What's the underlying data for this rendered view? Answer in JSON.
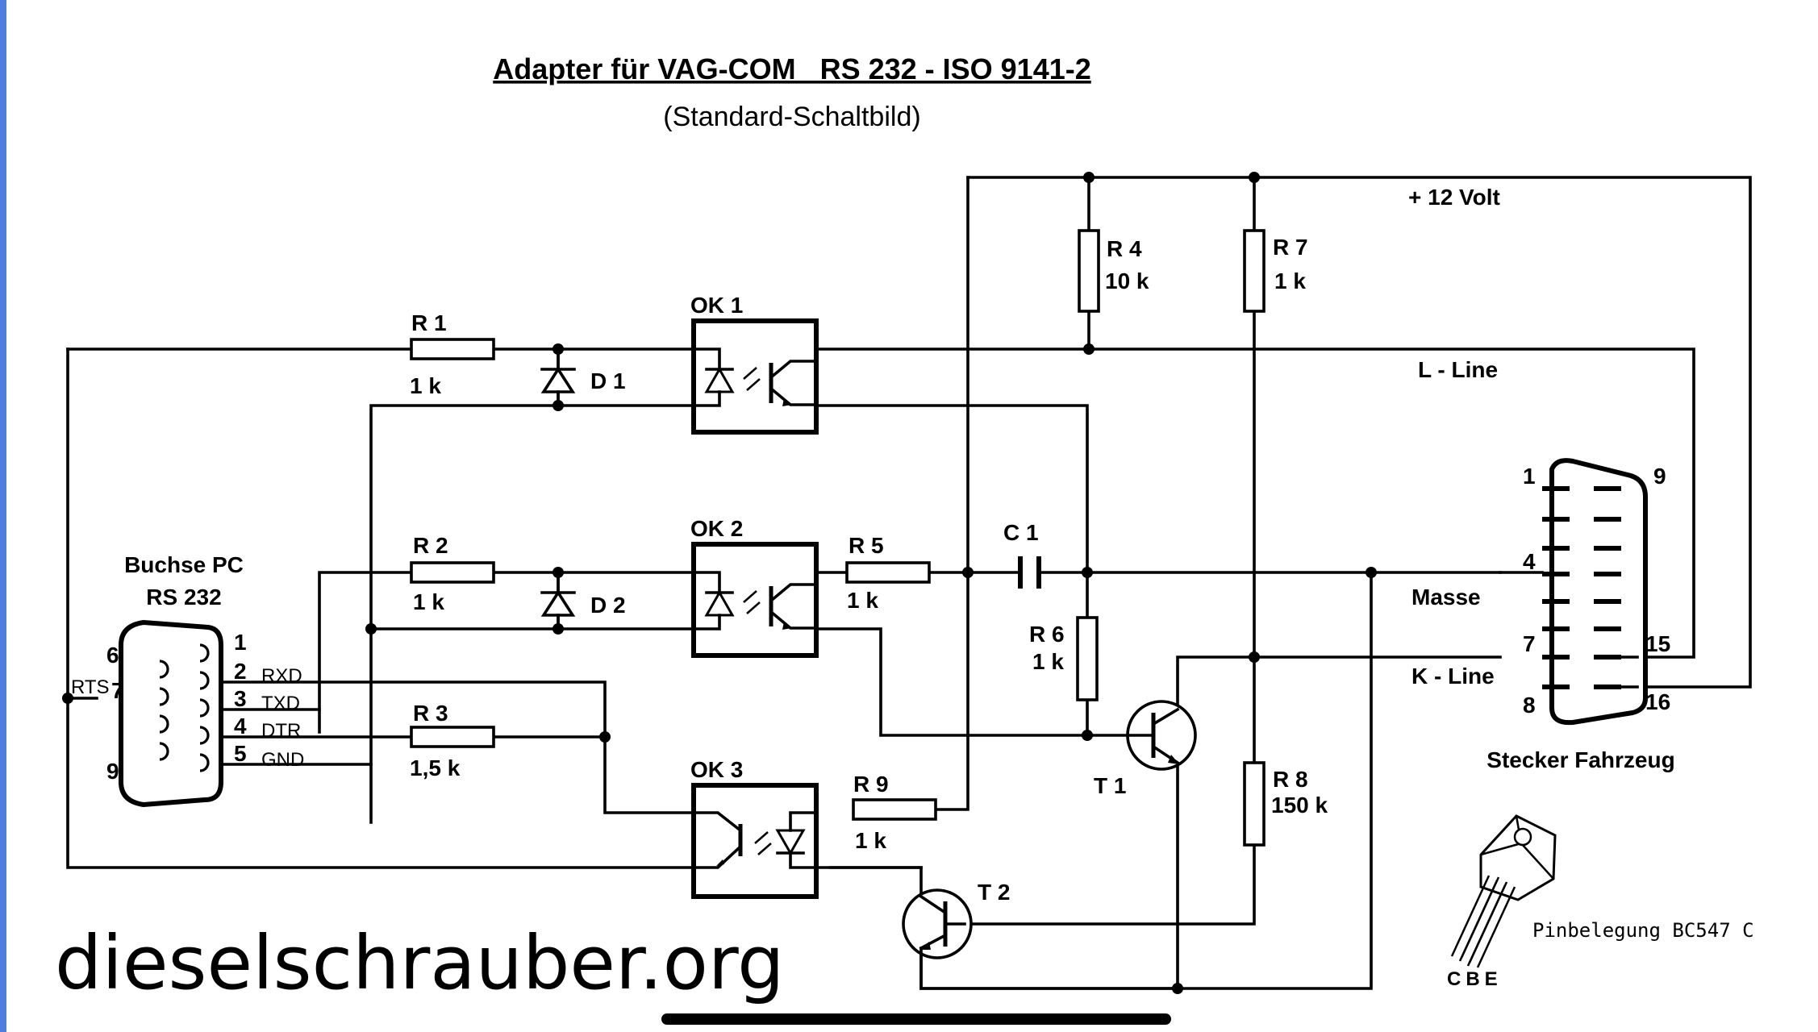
{
  "title": "Adapter für VAG-COM   RS 232 - ISO 9141-2",
  "subtitle": "(Standard-Schaltbild)",
  "supply_label": "+ 12 Volt",
  "lines": {
    "l_line": "L - Line",
    "k_line": "K - Line",
    "masse": "Masse"
  },
  "pc_connector": {
    "title_line1": "Buchse PC",
    "title_line2": "RS 232",
    "pin_numbers": {
      "p1": "1",
      "p2": "2",
      "p3": "3",
      "p4": "4",
      "p5": "5",
      "p6": "6",
      "p7": "7",
      "p9": "9"
    },
    "signals": {
      "rxd": "RXD",
      "txd": "TXD",
      "dtr": "DTR",
      "gnd": "GND",
      "rts": "RTS"
    }
  },
  "vehicle_connector": {
    "title": "Stecker Fahrzeug",
    "pin_numbers": {
      "p1": "1",
      "p4": "4",
      "p7": "7",
      "p8": "8",
      "p9": "9",
      "p15": "15",
      "p16": "16"
    }
  },
  "components": {
    "r1": {
      "name": "R 1",
      "value": "1 k"
    },
    "r2": {
      "name": "R 2",
      "value": "1 k"
    },
    "r3": {
      "name": "R 3",
      "value": "1,5 k"
    },
    "r4": {
      "name": "R 4",
      "value": "10 k"
    },
    "r5": {
      "name": "R 5",
      "value": "1 k"
    },
    "r6": {
      "name": "R 6",
      "value": "1 k"
    },
    "r7": {
      "name": "R 7",
      "value": "1 k"
    },
    "r8": {
      "name": "R 8",
      "value": "150 k"
    },
    "r9": {
      "name": "R 9",
      "value": "1 k"
    },
    "d1": {
      "name": "D 1"
    },
    "d2": {
      "name": "D 2"
    },
    "c1": {
      "name": "C 1"
    },
    "ok1": {
      "name": "OK 1"
    },
    "ok2": {
      "name": "OK 2"
    },
    "ok3": {
      "name": "OK 3"
    },
    "t1": {
      "name": "T 1"
    },
    "t2": {
      "name": "T 2"
    }
  },
  "transistor_pinout": {
    "caption": "Pinbelegung BC547 C",
    "pins": "CBE"
  },
  "watermark": "dieselschrauber.org",
  "colors": {
    "ink": "#000000",
    "edge": "#4a7fe0",
    "background": "#ffffff"
  }
}
